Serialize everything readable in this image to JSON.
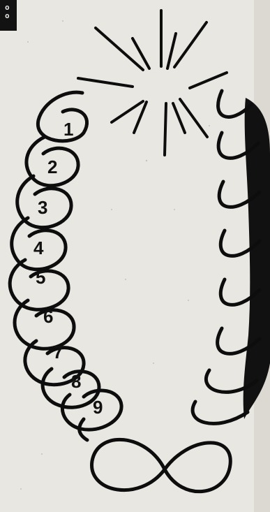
{
  "corner_tag": {
    "line1": "o",
    "line2": "o"
  },
  "numbers": [
    "1",
    "2",
    "3",
    "4",
    "5",
    "6",
    "7",
    "8",
    "9"
  ],
  "colors": {
    "ink": "#0d0d0d",
    "paper": "#e9e7e2",
    "right_shadow": "#111111"
  },
  "icons": {
    "sun": "radiating-sun-icon",
    "coil": "spiral-loop-chain"
  }
}
